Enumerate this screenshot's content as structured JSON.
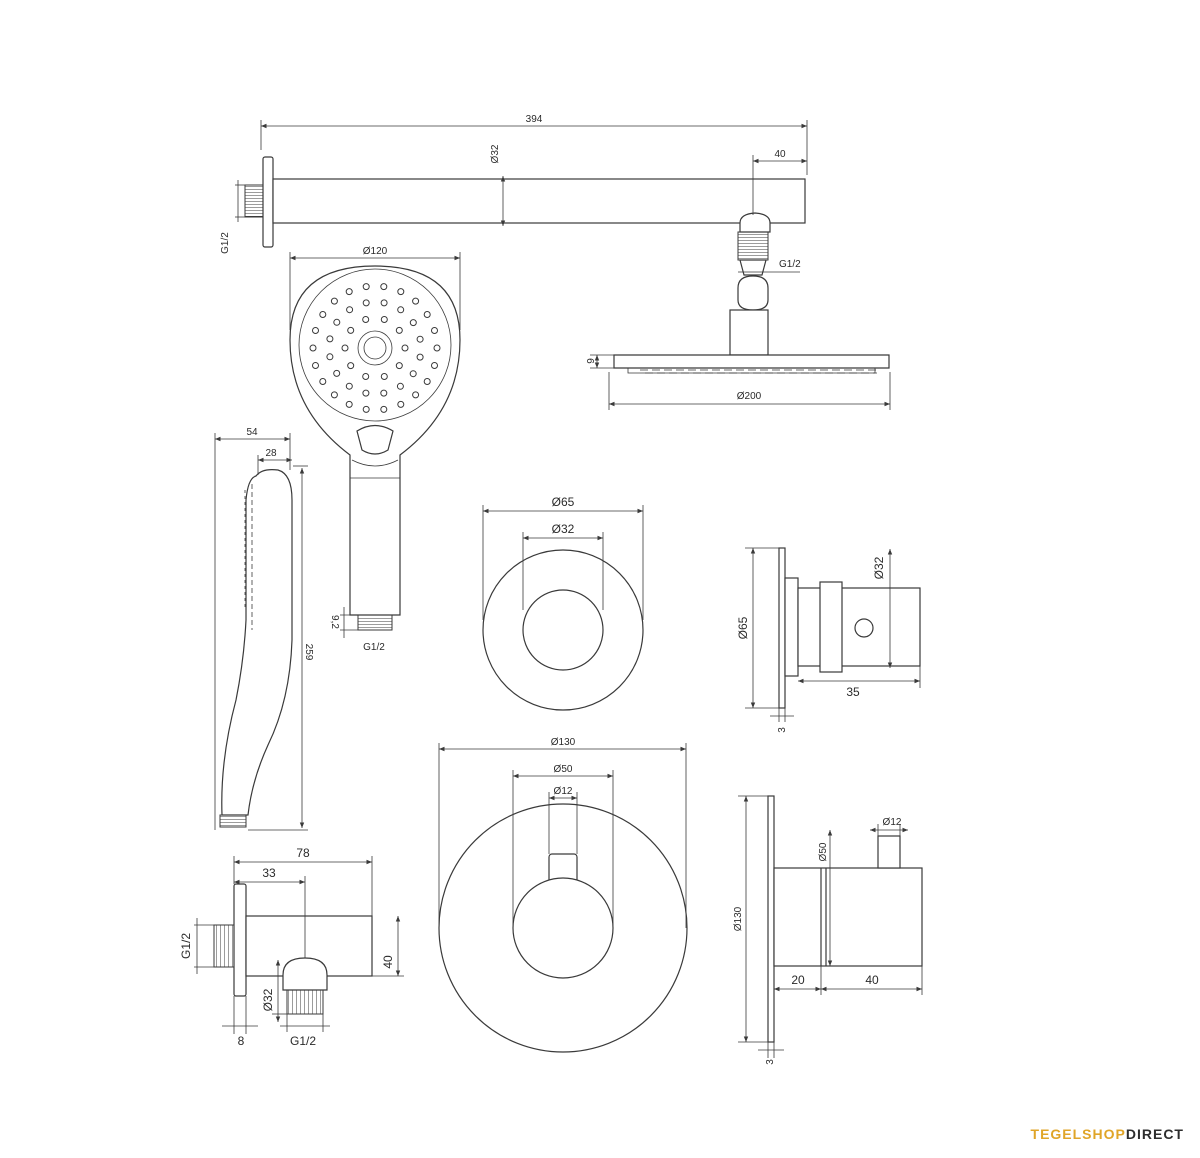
{
  "dimensions": {
    "arm_length": "394",
    "arm_diameter": "Ø32",
    "arm_end": "40",
    "wall_thread": "G1/2",
    "head_thread": "G1/2",
    "hand_head_diameter": "Ø120",
    "rain_height": "9",
    "rain_diameter": "Ø200",
    "hand_depth": "54",
    "hand_depth_inner": "28",
    "hand_length": "259",
    "hand_outlet": "9,2",
    "hand_thread": "G1/2",
    "small_rosette": "Ø65",
    "small_knob": "Ø32",
    "side_rosette": "Ø65",
    "side_knob": "Ø32",
    "side_depth": "35",
    "side_plate": "3",
    "big_rosette": "Ø130",
    "big_knob": "Ø50",
    "big_stem": "Ø12",
    "side2_rosette": "Ø130",
    "side2_knob": "Ø50",
    "side2_stem": "Ø12",
    "side2_d1": "20",
    "side2_d2": "40",
    "side2_plate": "3",
    "elbow_depth": "78",
    "elbow_offset": "33",
    "elbow_thread": "G1/2",
    "elbow_height": "40",
    "elbow_diameter": "Ø32",
    "elbow_plate": "8",
    "elbow_thread_bottom": "G1/2"
  },
  "brand": {
    "part1": "TEGELSHOP",
    "part2": "DIRECT",
    "color1": "#e0a528",
    "color2": "#2d2d2d"
  }
}
